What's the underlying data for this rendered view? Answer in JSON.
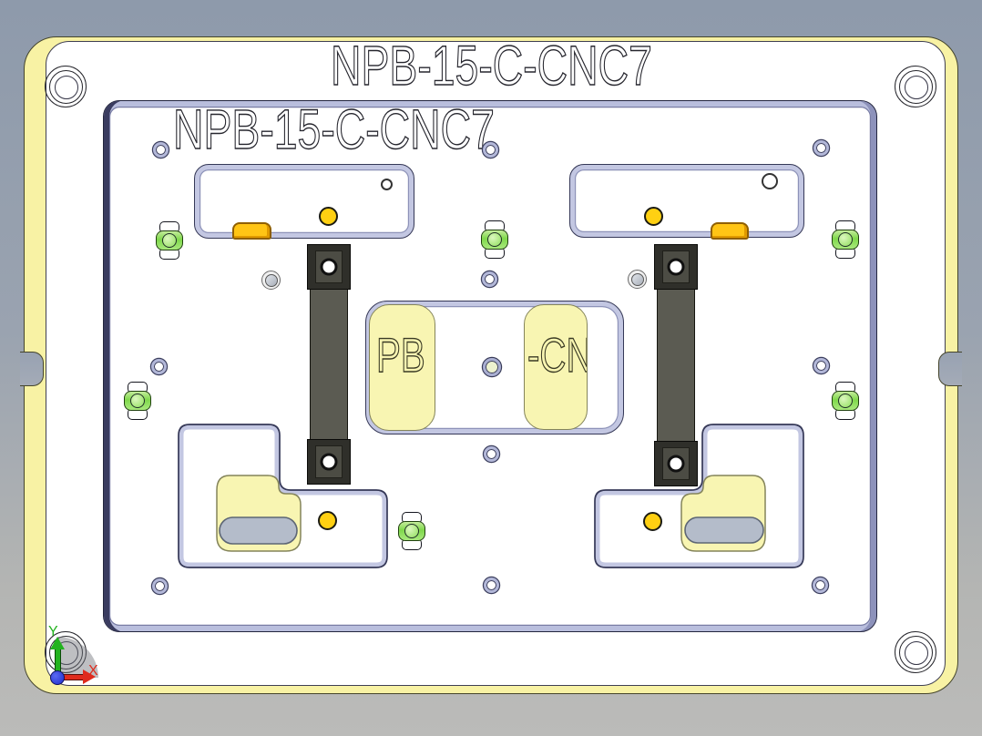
{
  "viewport": {
    "type": "CAD 3D viewport",
    "background_top_color": "#8e9aab",
    "background_bottom_color": "#bbbbb9"
  },
  "part": {
    "name": "NPB-15-C-CNC7",
    "engraving_top": "NPB-15-C-CNC7",
    "engraving_inner": "NPB-15-C-CNC7",
    "center_fragment_left": "PB",
    "center_fragment_right": "-CN"
  },
  "triad": {
    "x_label": "X",
    "y_label": "Y",
    "x_color": "#df2b1d",
    "y_color": "#23b31f",
    "z_color": "#2336d8"
  },
  "colors": {
    "plate_edge_yellow": "#f8f2a4",
    "plate_face": "#ffffff",
    "rim_lavender": "#b9bedd",
    "island_yellow": "#f8f5b2",
    "locator_yellow": "#ffd012",
    "clamp_green": "#86dc52",
    "bar_gray": "#56564e",
    "tab_orange": "#ffc515"
  }
}
